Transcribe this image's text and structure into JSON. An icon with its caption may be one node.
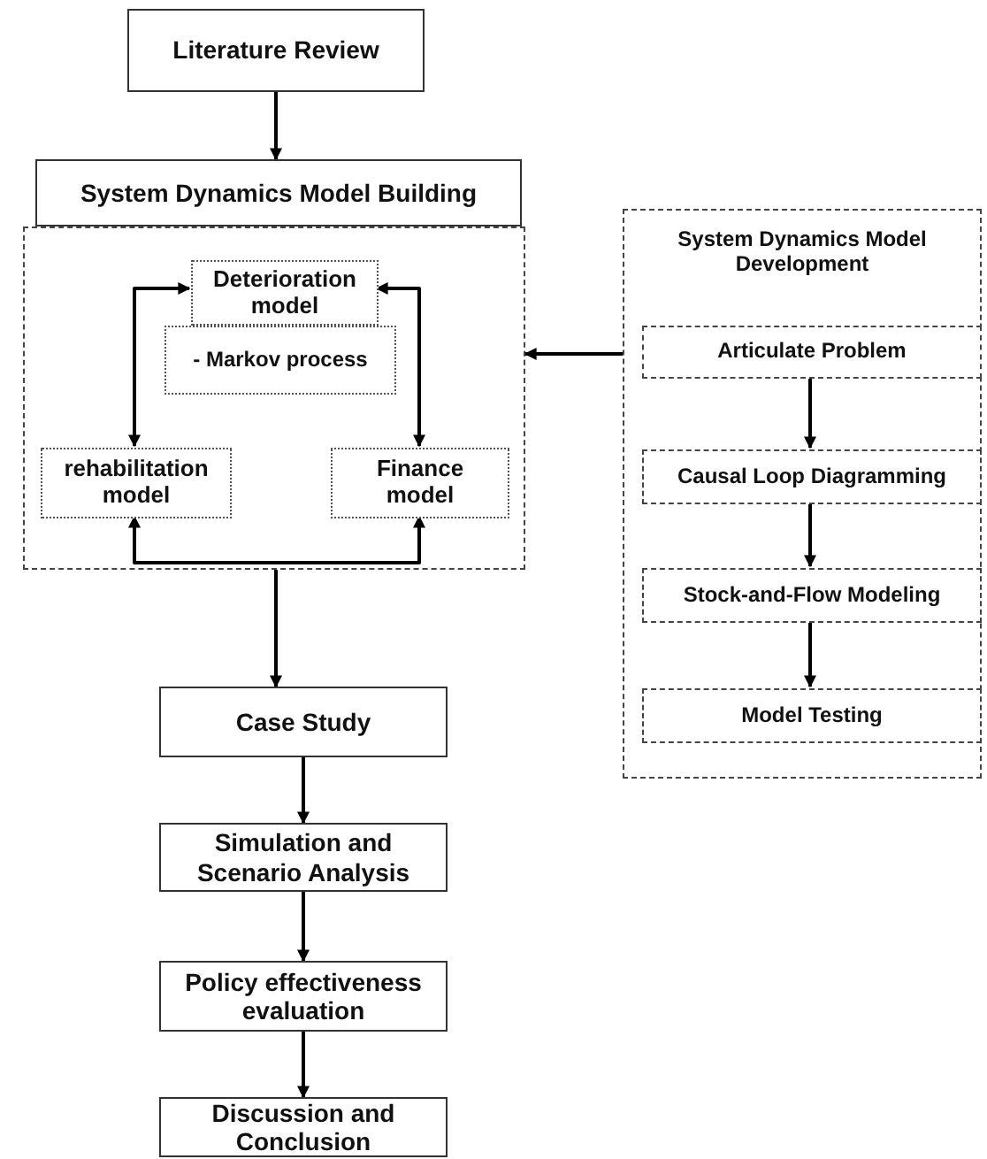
{
  "diagram": {
    "nodes": [
      {
        "text": [
          "Literature Review"
        ]
      },
      {
        "text": [
          "System Dynamics Model Building"
        ]
      },
      {
        "text": [],
        "shape": "box"
      },
      {
        "text": [
          "Deterioration model"
        ],
        "in": 2
      },
      {
        "text": [
          "- Markov process"
        ],
        "in": 2
      },
      {
        "text": [
          "rehabilitation model"
        ],
        "in": 2
      },
      {
        "text": [
          "Finance model"
        ],
        "in": 2
      },
      {
        "text": [
          "System Dynamics Model Development"
        ]
      },
      {
        "text": [
          "Articulate Problem"
        ],
        "in": 7
      },
      {
        "text": [
          "Causal Loop Diagramming"
        ],
        "in": 7
      },
      {
        "text": [
          "Stock-and-Flow Modeling"
        ],
        "in": 7
      },
      {
        "text": [
          "Model Testing"
        ],
        "in": 7
      },
      {
        "text": [
          "Case Study"
        ]
      },
      {
        "text": [
          "Simulation and Scenario Analysis"
        ]
      },
      {
        "text": [
          "Policy effectiveness evaluation"
        ]
      },
      {
        "text": [
          "Discussion and Conclusion"
        ]
      }
    ],
    "edges": [
      {
        "from": 0,
        "to": 1,
        "arrow": "to"
      },
      {
        "from": 3,
        "to": 5,
        "arrow": "both"
      },
      {
        "from": 3,
        "to": 6,
        "arrow": "both"
      },
      {
        "from": 5,
        "to": 6,
        "arrow": "both"
      },
      {
        "from": 7,
        "to": 2,
        "arrow": "to"
      },
      {
        "from": 8,
        "to": 9,
        "arrow": "to"
      },
      {
        "from": 9,
        "to": 10,
        "arrow": "to"
      },
      {
        "from": 10,
        "to": 11,
        "arrow": "to"
      },
      {
        "from": 2,
        "to": 12,
        "arrow": "to"
      },
      {
        "from": 12,
        "to": 13,
        "arrow": "to"
      },
      {
        "from": 13,
        "to": 14,
        "arrow": "to"
      },
      {
        "from": 14,
        "to": 15,
        "arrow": "to"
      }
    ]
  }
}
